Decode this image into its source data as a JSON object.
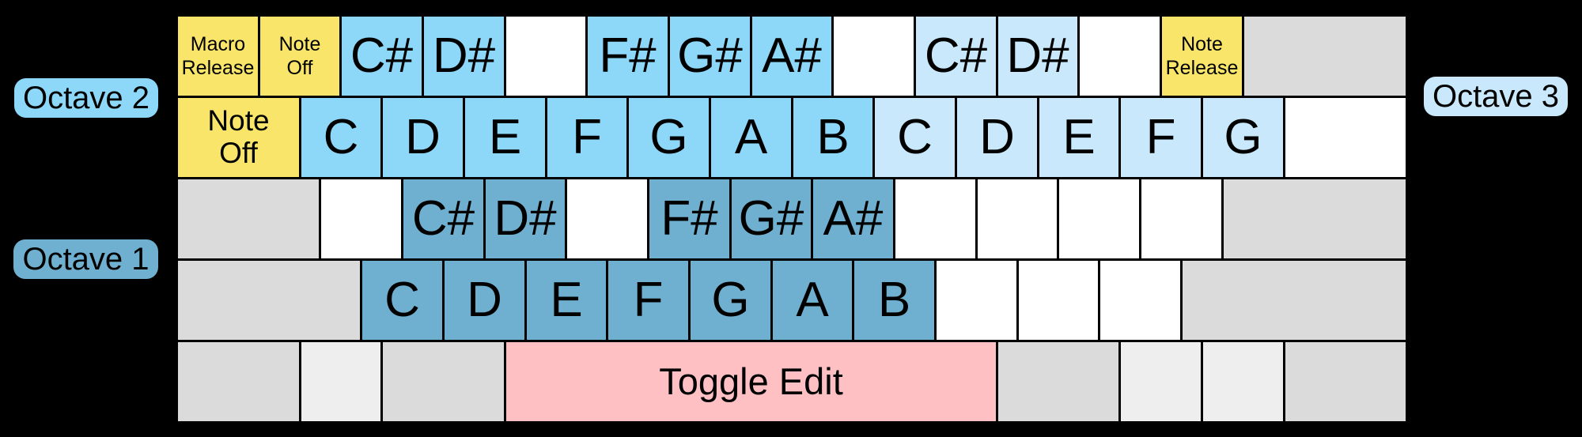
{
  "labels": {
    "octave1": "Octave 1",
    "octave2": "Octave 2",
    "octave3": "Octave 3"
  },
  "colors": {
    "background": "#000000",
    "border": "#000000",
    "command_yellow": "#F8E56A",
    "octave2_blue": "#8DD7F8",
    "octave3_blue": "#C9E8FB",
    "octave1_blue": "#6FAFCF",
    "toggle_pink": "#FFC0C4",
    "blank_white": "#FFFFFF",
    "filler_gray": "#DBDBDB",
    "filler_light_gray": "#EEEEEE",
    "label_octave1_bg": "#6FAFCF",
    "label_octave2_bg": "#8DD7F8",
    "label_octave3_bg": "#C9E8FB"
  },
  "keyboard": {
    "rows": [
      {
        "name": "number-row",
        "keys": [
          {
            "label": "Macro\nRelease",
            "type": "command",
            "w": 1,
            "font": "small",
            "name": "key-macro-release"
          },
          {
            "label": "Note\nOff",
            "type": "command",
            "w": 1,
            "font": "small",
            "name": "key-note-off-number-row"
          },
          {
            "label": "C#",
            "type": "octave2",
            "w": 1,
            "name": "key-csharp-octave2"
          },
          {
            "label": "D#",
            "type": "octave2",
            "w": 1,
            "name": "key-dsharp-octave2"
          },
          {
            "label": "",
            "type": "blank",
            "w": 1,
            "name": "key-unassigned"
          },
          {
            "label": "F#",
            "type": "octave2",
            "w": 1,
            "name": "key-fsharp-octave2"
          },
          {
            "label": "G#",
            "type": "octave2",
            "w": 1,
            "name": "key-gsharp-octave2"
          },
          {
            "label": "A#",
            "type": "octave2",
            "w": 1,
            "name": "key-asharp-octave2"
          },
          {
            "label": "",
            "type": "blank",
            "w": 1,
            "name": "key-unassigned"
          },
          {
            "label": "C#",
            "type": "octave3",
            "w": 1,
            "name": "key-csharp-octave3"
          },
          {
            "label": "D#",
            "type": "octave3",
            "w": 1,
            "name": "key-dsharp-octave3"
          },
          {
            "label": "",
            "type": "blank",
            "w": 1,
            "name": "key-unassigned"
          },
          {
            "label": "Note\nRelease",
            "type": "command",
            "w": 1,
            "font": "small",
            "name": "key-note-release"
          },
          {
            "label": "",
            "type": "filler",
            "w": 2,
            "name": "key-filler"
          }
        ]
      },
      {
        "name": "qwerty-row",
        "keys": [
          {
            "label": "Note\nOff",
            "type": "command",
            "w": 1.5,
            "font": "medium",
            "name": "key-note-off-tab"
          },
          {
            "label": "C",
            "type": "octave2",
            "w": 1,
            "name": "key-c-octave2"
          },
          {
            "label": "D",
            "type": "octave2",
            "w": 1,
            "name": "key-d-octave2"
          },
          {
            "label": "E",
            "type": "octave2",
            "w": 1,
            "name": "key-e-octave2"
          },
          {
            "label": "F",
            "type": "octave2",
            "w": 1,
            "name": "key-f-octave2"
          },
          {
            "label": "G",
            "type": "octave2",
            "w": 1,
            "name": "key-g-octave2"
          },
          {
            "label": "A",
            "type": "octave2",
            "w": 1,
            "name": "key-a-octave2"
          },
          {
            "label": "B",
            "type": "octave2",
            "w": 1,
            "name": "key-b-octave2"
          },
          {
            "label": "C",
            "type": "octave3",
            "w": 1,
            "name": "key-c-octave3"
          },
          {
            "label": "D",
            "type": "octave3",
            "w": 1,
            "name": "key-d-octave3"
          },
          {
            "label": "E",
            "type": "octave3",
            "w": 1,
            "name": "key-e-octave3"
          },
          {
            "label": "F",
            "type": "octave3",
            "w": 1,
            "name": "key-f-octave3"
          },
          {
            "label": "G",
            "type": "octave3",
            "w": 1,
            "name": "key-g-octave3"
          },
          {
            "label": "",
            "type": "blank",
            "w": 1.5,
            "name": "key-unassigned"
          }
        ]
      },
      {
        "name": "home-row",
        "keys": [
          {
            "label": "",
            "type": "filler",
            "w": 1.75,
            "name": "key-filler"
          },
          {
            "label": "",
            "type": "blank",
            "w": 1,
            "name": "key-unassigned"
          },
          {
            "label": "C#",
            "type": "octave1",
            "w": 1,
            "name": "key-csharp-octave1"
          },
          {
            "label": "D#",
            "type": "octave1",
            "w": 1,
            "name": "key-dsharp-octave1"
          },
          {
            "label": "",
            "type": "blank",
            "w": 1,
            "name": "key-unassigned"
          },
          {
            "label": "F#",
            "type": "octave1",
            "w": 1,
            "name": "key-fsharp-octave1"
          },
          {
            "label": "G#",
            "type": "octave1",
            "w": 1,
            "name": "key-gsharp-octave1"
          },
          {
            "label": "A#",
            "type": "octave1",
            "w": 1,
            "name": "key-asharp-octave1"
          },
          {
            "label": "",
            "type": "blank",
            "w": 1,
            "name": "key-unassigned"
          },
          {
            "label": "",
            "type": "blank",
            "w": 1,
            "name": "key-unassigned"
          },
          {
            "label": "",
            "type": "blank",
            "w": 1,
            "name": "key-unassigned"
          },
          {
            "label": "",
            "type": "blank",
            "w": 1,
            "name": "key-unassigned"
          },
          {
            "label": "",
            "type": "filler",
            "w": 2.25,
            "name": "key-filler"
          }
        ]
      },
      {
        "name": "lower-letter-row",
        "keys": [
          {
            "label": "",
            "type": "filler",
            "w": 2.25,
            "name": "key-filler"
          },
          {
            "label": "C",
            "type": "octave1",
            "w": 1,
            "name": "key-c-octave1"
          },
          {
            "label": "D",
            "type": "octave1",
            "w": 1,
            "name": "key-d-octave1"
          },
          {
            "label": "E",
            "type": "octave1",
            "w": 1,
            "name": "key-e-octave1"
          },
          {
            "label": "F",
            "type": "octave1",
            "w": 1,
            "name": "key-f-octave1"
          },
          {
            "label": "G",
            "type": "octave1",
            "w": 1,
            "name": "key-g-octave1"
          },
          {
            "label": "A",
            "type": "octave1",
            "w": 1,
            "name": "key-a-octave1"
          },
          {
            "label": "B",
            "type": "octave1",
            "w": 1,
            "name": "key-b-octave1"
          },
          {
            "label": "",
            "type": "blank",
            "w": 1,
            "name": "key-unassigned"
          },
          {
            "label": "",
            "type": "blank",
            "w": 1,
            "name": "key-unassigned"
          },
          {
            "label": "",
            "type": "blank",
            "w": 1,
            "name": "key-unassigned"
          },
          {
            "label": "",
            "type": "filler",
            "w": 2.75,
            "name": "key-filler"
          }
        ]
      },
      {
        "name": "space-row",
        "keys": [
          {
            "label": "",
            "type": "filler",
            "w": 1.5,
            "name": "key-filler"
          },
          {
            "label": "",
            "type": "filler-light",
            "w": 1,
            "name": "key-filler"
          },
          {
            "label": "",
            "type": "filler",
            "w": 1.5,
            "name": "key-filler"
          },
          {
            "label": "Toggle Edit",
            "type": "toggle",
            "w": 6,
            "font": "toggle",
            "name": "key-toggle-edit"
          },
          {
            "label": "",
            "type": "filler",
            "w": 1.5,
            "name": "key-filler"
          },
          {
            "label": "",
            "type": "filler-light",
            "w": 1,
            "name": "key-filler"
          },
          {
            "label": "",
            "type": "filler-light",
            "w": 1,
            "name": "key-filler"
          },
          {
            "label": "",
            "type": "filler",
            "w": 1.5,
            "name": "key-filler"
          }
        ]
      }
    ]
  }
}
